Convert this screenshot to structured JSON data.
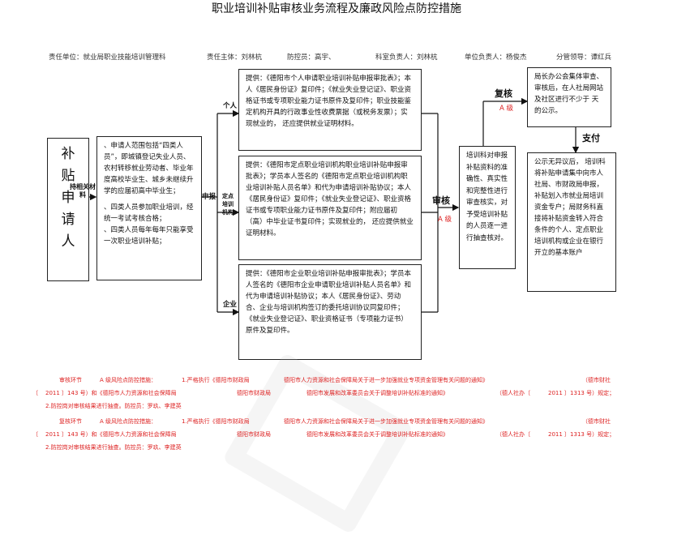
{
  "title": "职业培训补贴审核业务流程及廉政风险点防控措施",
  "header": {
    "unit": "责任单位：就业局职业技能培训管理科",
    "subject": "责任主体：刘林杭",
    "controller": "防控员：高宇、",
    "section_head": "科室负责人：刘林杭",
    "unit_head": "单位负责人：杨俊杰",
    "leader": "分管领导：谭红兵"
  },
  "left_box": {
    "chars": [
      "补",
      "贴",
      "申",
      "请",
      "人"
    ]
  },
  "arrow_label_1": "持相关材料",
  "conditions": {
    "p1": "、申请人范围包括“四类人员”，即城镇登记失业人员、农村转移就业劳动者、毕业年度高校毕业生、城乡未继续升学的应届初高中毕业生；",
    "p2": "、四类人员参加职业培训，经统一考试考核合格；",
    "p3": "、四类人员每年每年只能享受一次职业培训补贴；"
  },
  "apply_label": "申报",
  "branch_labels": {
    "person": "个人",
    "institution": "定点培训机构",
    "enterprise": "企业"
  },
  "materials": {
    "person": "提供：《德阳市个人申请职业培训补贴申报审批表》；本人《居民身份证》复印件；《就业失业登记证》、职业资格证书或专项职业能力证书原件及复印件；职业技能鉴定机构开具的行政事业性收费票据（或税务发票）；实现就业的， 还应提供就业证明材料。",
    "institution": "提供：《德阳市定点职业培训机构职业培训补贴申报审批表》；学员本人签名的《德阳市定点职业培训机构职业培训补贴人员名单》和代为申请培训补贴协议；本人《居民身份证》复印件；《就业失业登记证》、职业资格证书或专项职业能力证书原件及复印件；附应届初（高）中毕业证书复印件；实现就业的， 还应提供就业证明材料。",
    "enterprise": "提供：《德阳市企业职业培训补贴申报审批表》；学员本人签名的《德阳市企业申请职业培训补贴人员名单》和代为申请培训补贴协议；本人《居民身份证》、劳动合、企业与培训机构签订的委托培训协议同复印件；《就业失业登记证》、职业资格证书（专项能力证书）原件及复印件。"
  },
  "review": {
    "label": "审核",
    "level": "A 级",
    "text": "培训科对申报补贴资料的准确性、真实性和完整性进行审查核实，对予受培训补贴的人员逐一进行抽查核对。"
  },
  "recheck": {
    "label": "复核",
    "level": "A 级",
    "text": "局长办公会集体审查、审核后，在人社局网站及社区进行不少于 天的公示。"
  },
  "pay": {
    "label": "支付",
    "text": "公示无异议后， 培训科将补贴申请集中向市人社局、市财政局申报，补贴划入市就业局培训资金专户；局财务科直接将补贴资金转入符合条件的个人、定点职业培训机构或企业在银行开立的基本账户"
  },
  "footer": {
    "r1": {
      "a": "审核环节",
      "b": "A 级风险点防控措施：",
      "c": "1.严格执行《德阳市财政局",
      "d": "德阳市人力资源和社会保障局关于进一步加强就业专项资金管理有关问题的通知》",
      "e": "（德市财社"
    },
    "r2": {
      "a": "〔",
      "b": "2011 〕143 号）和《德阳市人力资源和社会保障局",
      "c": "德阳市财政局",
      "d": "德阳市发展和改革委员会关于调整培训补贴标准的通知》",
      "e": "（德人社办〔",
      "f": "2011 〕1313 号）规定；"
    },
    "r3": {
      "a": "2.防控岗对审核结果进行抽查。防控员：罗玖、李建英"
    },
    "r4": {
      "a": "复核环节",
      "b": "A 级风险点防控措施：",
      "c": "1.严格执行《德阳市财政局",
      "d": "德阳市人力资源和社会保障局关于进一步加强就业专项资金管理有关问题的通知》",
      "e": "（德市财社"
    },
    "r5": {
      "a": "〔",
      "b": "2011 〕143 号）和《德阳市人力资源和社会保障局",
      "c": "德阳市财政局",
      "d": "德阳市发展和改革委员会关于调整培训补贴标准的通知》",
      "e": "（德人社办〔",
      "f": "2011 〕1313 号）规定；"
    },
    "r6": {
      "a": "2.防控岗对审核结果进行抽查。防控员：罗玖、李建英"
    }
  }
}
